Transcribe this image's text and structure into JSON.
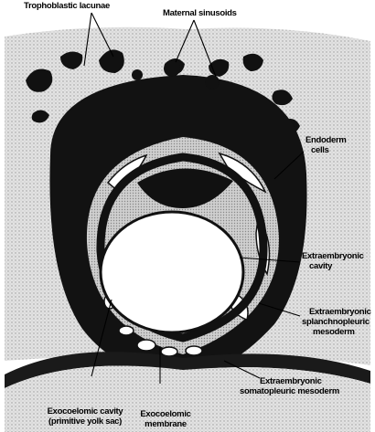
{
  "figure": {
    "colors": {
      "tissue_dark": "#111111",
      "stroma_light": "#d9d9d9",
      "background": "#ffffff",
      "leader": "#000000"
    }
  },
  "labels": {
    "trophoblastic_lacunae": "Trophoblastic lacunae",
    "maternal_sinusoids": "Maternal sinusoids",
    "endoderm_cells": {
      "line1": "Endoderm",
      "line2": "cells"
    },
    "extraembryonic_cavity": {
      "line1": "Extraembryonic",
      "line2": "cavity"
    },
    "splanchnopleuric_mesoderm": {
      "line1": "Extraembryonic",
      "line2": "splanchnopleuric",
      "line3": "mesoderm"
    },
    "somatopleuric_mesoderm": {
      "line1": "Extraembryonic",
      "line2": "somatopleuric mesoderm"
    },
    "exocoelomic_cavity": {
      "line1": "Exocoelomic cavity",
      "line2": "(primitive yolk sac)"
    },
    "exocoelomic_membrane": {
      "line1": "Exocoelomic",
      "line2": "membrane"
    }
  }
}
